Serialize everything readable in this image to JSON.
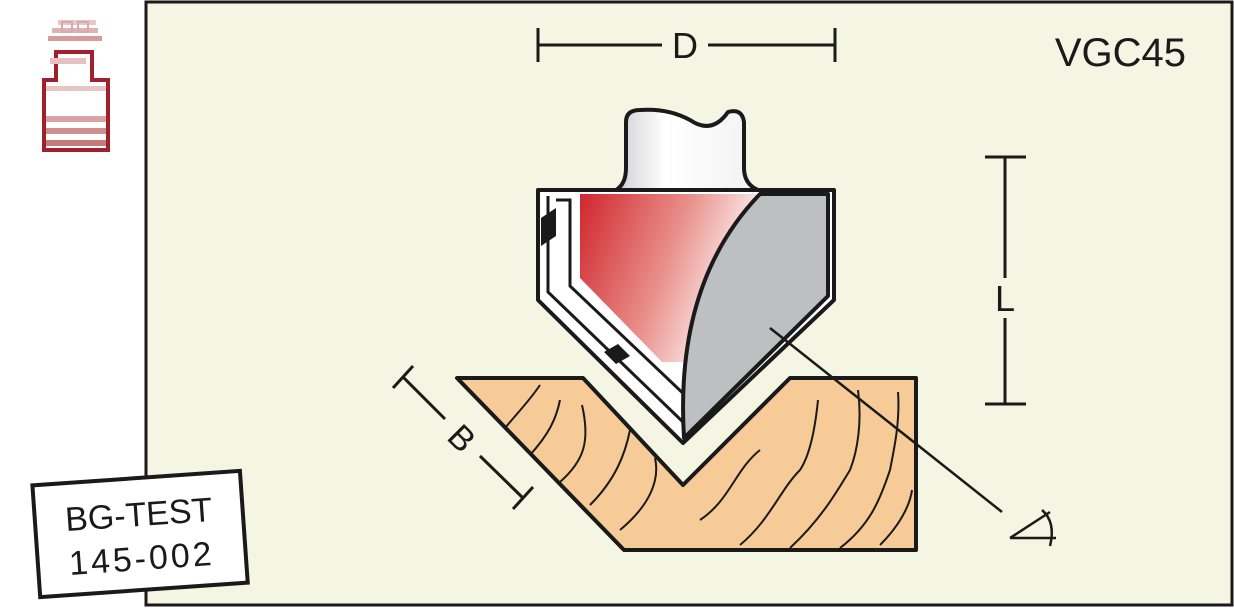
{
  "model": "VGC45",
  "dimensions": {
    "diameter": "D",
    "length": "L",
    "width": "B"
  },
  "label_tag": {
    "line1": "BG-TEST",
    "line2": "145-002"
  },
  "icon": "router-bit-shank-icon",
  "colors": {
    "panel_bg": "#f4f5e2",
    "border": "#1a1a1a",
    "cutter_red": "#d0262e",
    "carbide_grey": "#bebfc2",
    "wood": "#f6cb97",
    "brand_red": "#a0202c"
  }
}
